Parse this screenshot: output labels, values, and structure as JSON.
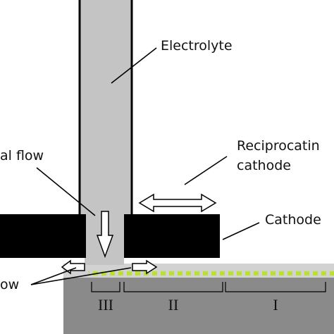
{
  "labels": {
    "electrolyte": "Electrolyte",
    "axial_flow": "al flow",
    "reciprocating_line1": "Reciprocatin",
    "reciprocating_line2": "cathode",
    "cathode": "Cathode",
    "lateral_flow": "ow"
  },
  "zones": [
    "III",
    "II",
    "I"
  ],
  "colors": {
    "tube_fill": "#c4c4c4",
    "cathode_block": "#000000",
    "substrate": "#8a8a8a",
    "surface_layer": "#d2d2d2",
    "bubble_pattern": "#b9e22c",
    "outline": "#000000"
  }
}
